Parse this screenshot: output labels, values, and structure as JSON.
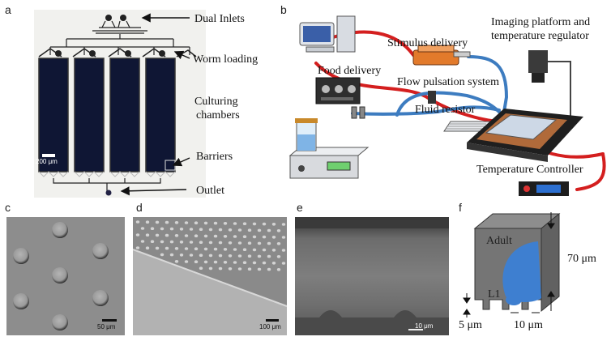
{
  "panels": {
    "a": "a",
    "b": "b",
    "c": "c",
    "d": "d",
    "e": "e",
    "f": "f"
  },
  "panel_a": {
    "labels": {
      "dual_inlets": "Dual Inlets",
      "worm_loading": "Worm loading",
      "culturing_chambers_1": "Culturing",
      "culturing_chambers_2": "chambers",
      "barriers": "Barriers",
      "outlet": "Outlet"
    },
    "scale_bar": "200 μm"
  },
  "panel_b": {
    "labels": {
      "imaging_1": "Imaging platform and",
      "imaging_2": "temperature regulator",
      "stimulus": "Stimulus delivery",
      "food": "Food delivery",
      "flow": "Flow pulsation system",
      "resistor": "Fluid resistor",
      "temp_controller": "Temperature Controller"
    }
  },
  "panel_c": {
    "scale_bar": "50 μm"
  },
  "panel_d": {
    "scale_bar": "100 μm"
  },
  "panel_e": {
    "scale_bar": "10 μm"
  },
  "panel_f": {
    "adult": "Adult",
    "l1": "L1",
    "height": "70 μm",
    "gap": "5 μm",
    "width": "10 μm"
  },
  "colors": {
    "chip_dark": "#0f1634",
    "red_tube": "#d41f1f",
    "blue_tube": "#3d7cc0",
    "worm_blue": "#3e7fd0",
    "block_gray": "#757575"
  }
}
